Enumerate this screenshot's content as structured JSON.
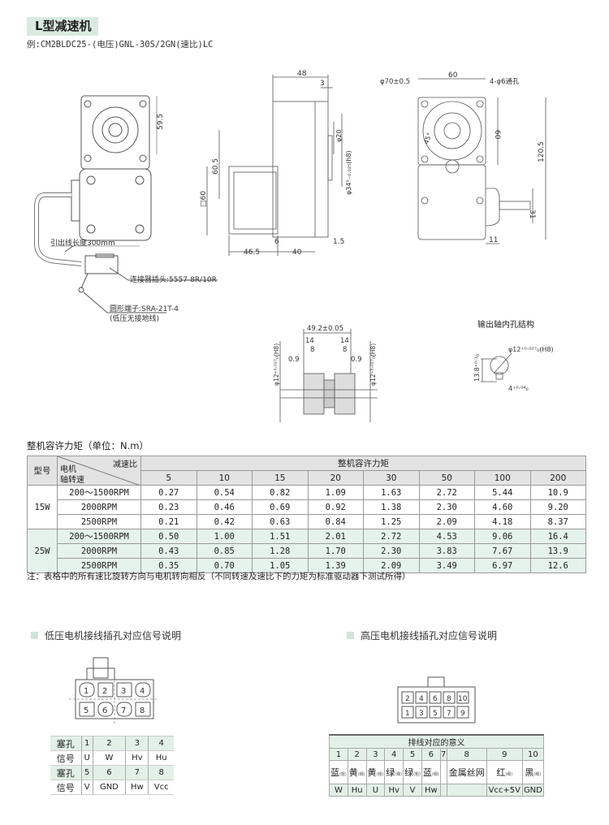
{
  "header": {
    "title": "L型减速机",
    "example": "例:CM2BLDC25-(电压)GNL-30S/2GN(速比)LC"
  },
  "drawing": {
    "lead_length": "引出线长度300mm",
    "connector": "连接器插头:5557-8R/10R",
    "terminal": "圆形端子:SRA-21T-4",
    "terminal_note": "(低压无接地线)",
    "dims_front": {
      "d59_5": "59.5"
    },
    "dims_side": {
      "d48": "48",
      "d3": "3",
      "d20": "φ20",
      "d34": "φ34⁰₋₀.₀₂₅(h8)",
      "d60_5": "60.5",
      "sq60": "□60",
      "d6": "6",
      "d1_5": "1.5",
      "d46_5": "46.5",
      "d40": "40"
    },
    "dims_end": {
      "d70": "φ70±0.5",
      "d60w": "60",
      "holes": "4-φ6通孔",
      "d60h": "60",
      "d45": "45°",
      "d120_5": "120.5",
      "d31": "31",
      "d11": "11"
    },
    "dims_bearing": {
      "d49_2": "49.2±0.05",
      "d14": "14",
      "d8": "8",
      "d0_9": "0.9",
      "bore": "φ12⁺⁰·⁰²⁷₀(H8)"
    },
    "shaft_hole": {
      "title": "输出轴内孔结构",
      "bore": "φ12⁺⁰·⁰²⁷₀(H8)",
      "d13_8": "13.8⁺⁰·¹₀",
      "d4": "4⁺⁰·⁰⁴₀"
    }
  },
  "torque": {
    "title": "整机容许力矩（单位：N.m）",
    "headers": {
      "model": "型号",
      "ratio": "减速比",
      "motor_speed_1": "电机",
      "motor_speed_2": "轴转速",
      "group": "整机容许力矩"
    },
    "ratios": [
      "5",
      "10",
      "15",
      "20",
      "30",
      "50",
      "100",
      "200"
    ],
    "groups": [
      {
        "model": "15W",
        "rows": [
          {
            "speed": "200～1500RPM",
            "values": [
              "0.27",
              "0.54",
              "0.82",
              "1.09",
              "1.63",
              "2.72",
              "5.44",
              "10.9"
            ]
          },
          {
            "speed": "2000RPM",
            "values": [
              "0.23",
              "0.46",
              "0.69",
              "0.92",
              "1.38",
              "2.30",
              "4.60",
              "9.20"
            ]
          },
          {
            "speed": "2500RPM",
            "values": [
              "0.21",
              "0.42",
              "0.63",
              "0.84",
              "1.25",
              "2.09",
              "4.18",
              "8.37"
            ]
          }
        ]
      },
      {
        "model": "25W",
        "rows": [
          {
            "speed": "200～1500RPM",
            "values": [
              "0.50",
              "1.00",
              "1.51",
              "2.01",
              "2.72",
              "4.53",
              "9.06",
              "16.4"
            ]
          },
          {
            "speed": "2000RPM",
            "values": [
              "0.43",
              "0.85",
              "1.28",
              "1.70",
              "2.30",
              "3.83",
              "7.67",
              "13.9"
            ]
          },
          {
            "speed": "2500RPM",
            "values": [
              "0.35",
              "0.70",
              "1.05",
              "1.39",
              "2.09",
              "3.49",
              "6.97",
              "12.6"
            ]
          }
        ]
      }
    ],
    "note": "注：表格中的所有速比旋转方向与电机转向相反（不同转速及速比下的力矩为标准驱动器下测试所得）"
  },
  "low_voltage": {
    "title": "低压电机接线插孔对应信号说明",
    "pins": [
      "1",
      "2",
      "3",
      "4",
      "5",
      "6",
      "7",
      "8"
    ],
    "row_label_pin": "塞孔",
    "row_label_signal": "信号",
    "signals": [
      "U",
      "W",
      "Hv",
      "Hu",
      "V",
      "GND",
      "Hw",
      "Vcc"
    ]
  },
  "high_voltage": {
    "title": "高压电机接线插孔对应信号说明",
    "pins": [
      "1",
      "2",
      "3",
      "4",
      "5",
      "6",
      "7",
      "8",
      "9",
      "10"
    ],
    "caption": "排线对应的意义",
    "colors": [
      {
        "c": "蓝",
        "s": "(粗)"
      },
      {
        "c": "黄",
        "s": "(细)"
      },
      {
        "c": "黄",
        "s": "(粗)"
      },
      {
        "c": "绿",
        "s": "(细)"
      },
      {
        "c": "绿",
        "s": "(粗)"
      },
      {
        "c": "蓝",
        "s": "(细)"
      },
      {
        "c": "",
        "s": ""
      },
      {
        "c": "金属丝网",
        "s": ""
      },
      {
        "c": "红",
        "s": "(细)"
      },
      {
        "c": "黑",
        "s": "(细)"
      }
    ],
    "signals": [
      "W",
      "Hu",
      "U",
      "Hv",
      "V",
      "Hw",
      "",
      "",
      "Vcc+5V",
      "GND"
    ]
  },
  "colors": {
    "accent_green": "#d9ebe1",
    "row_green": "#e6f2ec",
    "header_gray": "#e3e3e3"
  }
}
